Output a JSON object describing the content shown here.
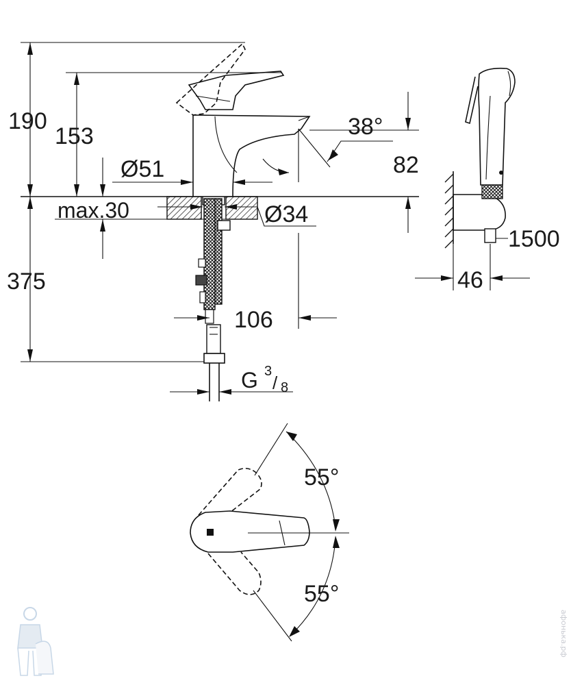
{
  "dimensions": {
    "total_height": "190",
    "spout_height": "153",
    "spout_diameter": "Ø51",
    "max_thickness": "max.30",
    "hole_diameter": "Ø34",
    "below_deck": "375",
    "projection": "106",
    "connection_g": "G",
    "connection_frac_num": "3",
    "connection_frac_den": "8",
    "spout_angle": "38°",
    "handle_height": "82",
    "hose_length": "1500",
    "holder_depth": "46",
    "lever_angle_top": "55°",
    "lever_angle_bottom": "55°"
  },
  "watermark": {
    "text": "афонька.рф"
  }
}
